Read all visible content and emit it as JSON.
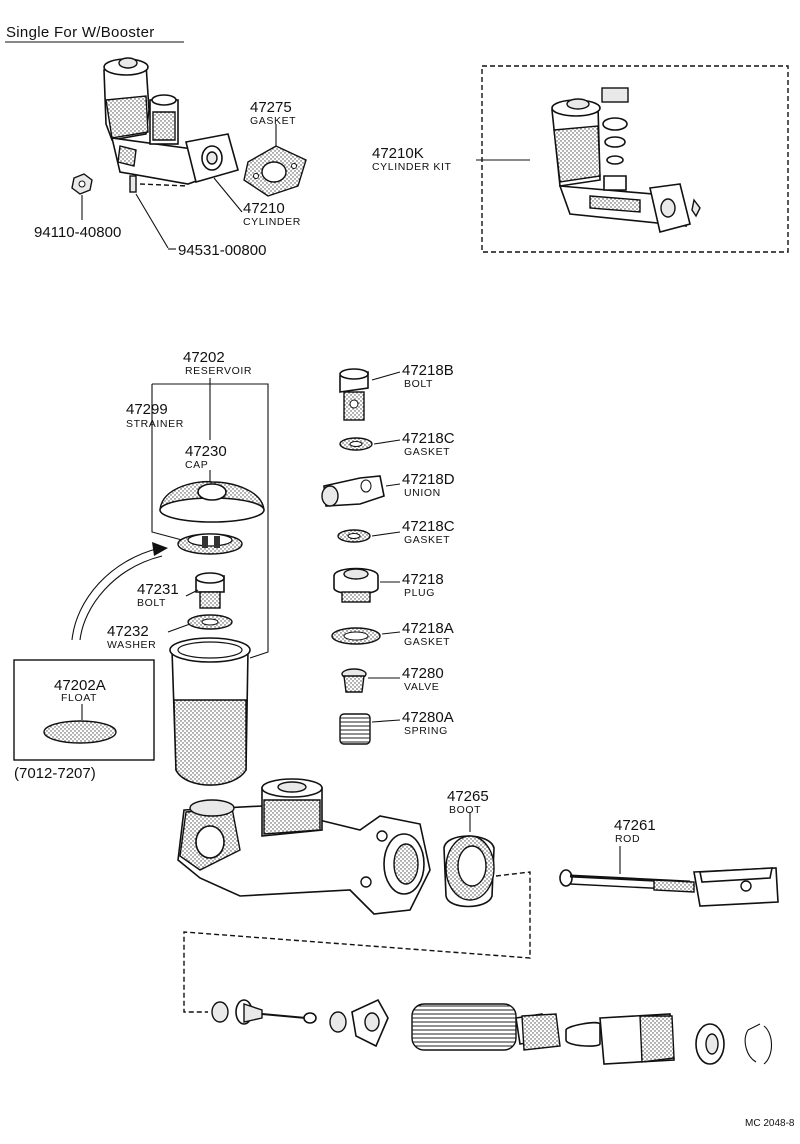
{
  "title": "Single For W/Booster",
  "footer_code": "MC 2048-8",
  "labels": {
    "cyl_gasket": {
      "num": "47275",
      "name": "GASKET"
    },
    "cylinder": {
      "num": "47210",
      "name": "CYLINDER"
    },
    "nut": {
      "num": "94110-40800"
    },
    "stud": {
      "num": "94531-00800"
    },
    "kit": {
      "num": "47210K",
      "name": "CYLINDER KIT"
    },
    "reservoir": {
      "num": "47202",
      "name": "RESERVOIR"
    },
    "strainer": {
      "num": "47299",
      "name": "STRAINER"
    },
    "cap": {
      "num": "47230",
      "name": "CAP"
    },
    "res_bolt": {
      "num": "47231",
      "name": "BOLT"
    },
    "washer": {
      "num": "47232",
      "name": "WASHER"
    },
    "float": {
      "num": "47202A",
      "name": "FLOAT",
      "range": "(7012-7207)"
    },
    "bolt": {
      "num": "47218B",
      "name": "BOLT"
    },
    "gasket_c1": {
      "num": "47218C",
      "name": "GASKET"
    },
    "union": {
      "num": "47218D",
      "name": "UNION"
    },
    "gasket_c2": {
      "num": "47218C",
      "name": "GASKET"
    },
    "plug": {
      "num": "47218",
      "name": "PLUG"
    },
    "gasket_a": {
      "num": "47218A",
      "name": "GASKET"
    },
    "valve": {
      "num": "47280",
      "name": "VALVE"
    },
    "spring": {
      "num": "47280A",
      "name": "SPRING"
    },
    "boot": {
      "num": "47265",
      "name": "BOOT"
    },
    "rod": {
      "num": "47261",
      "name": "ROD"
    }
  }
}
